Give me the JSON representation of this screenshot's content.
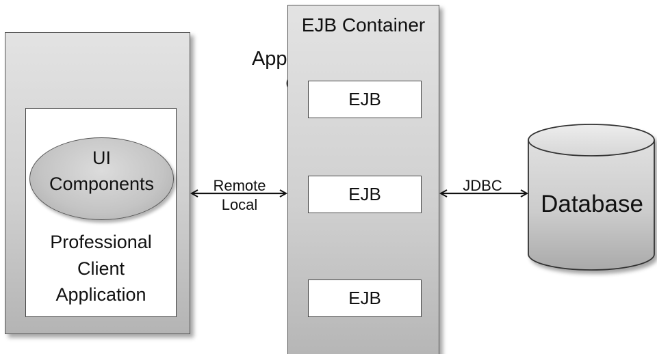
{
  "application_client_container": {
    "title_line1": "Application Client",
    "title_line2": "Container"
  },
  "ui_components": {
    "line1": "UI",
    "line2": "Components"
  },
  "professional_client_application": {
    "line1": "Professional",
    "line2": "Client",
    "line3": "Application"
  },
  "ejb_container": {
    "title": "EJB Container",
    "beans": [
      "EJB",
      "EJB",
      "EJB"
    ]
  },
  "connections": {
    "client_to_ejb_line1": "Remote",
    "client_to_ejb_line2": "Local",
    "ejb_to_database": "JDBC"
  },
  "database": {
    "label": "Database"
  }
}
